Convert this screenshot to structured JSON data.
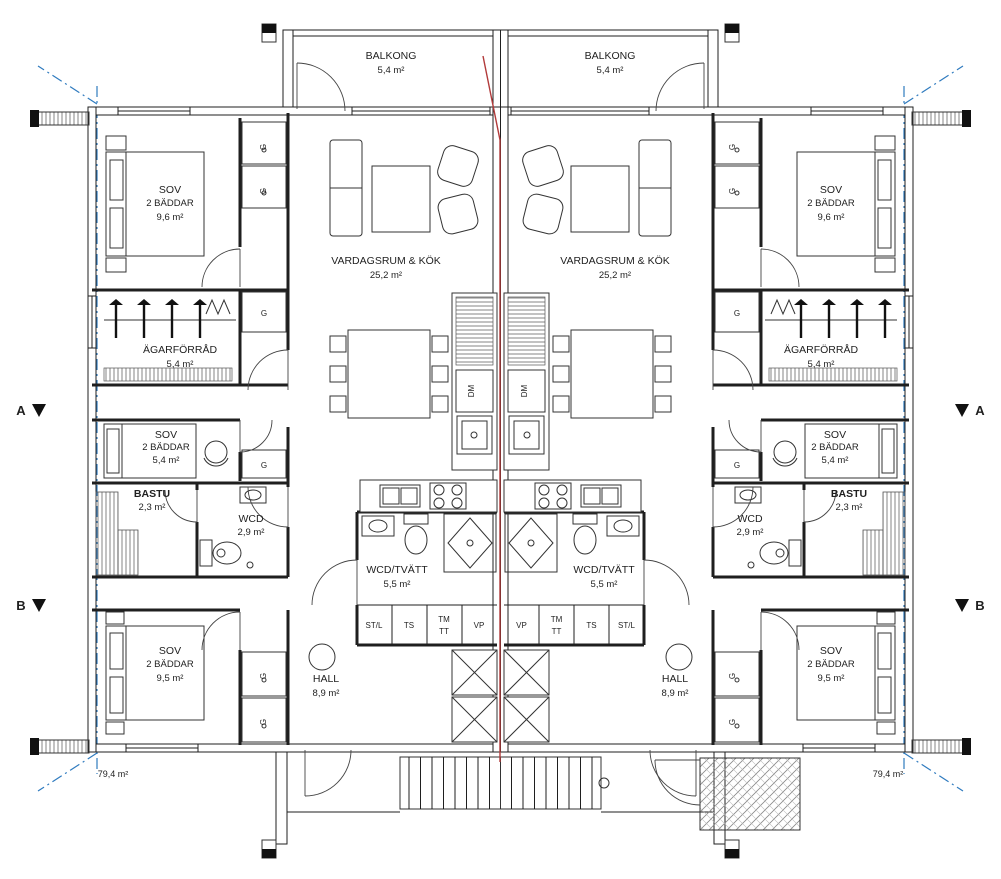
{
  "drawing": {
    "rooms": {
      "balkong": {
        "name": "BALKONG",
        "area": "5,4 m²"
      },
      "sov_top": {
        "name": "SOV",
        "line2": "2 BÄDDAR",
        "area": "9,6 m²"
      },
      "vardagsrum": {
        "name": "VARDAGSRUM & KÖK",
        "area": "25,2 m²"
      },
      "agarforrad": {
        "name": "ÄGARFÖRRÅD",
        "area": "5,4 m²"
      },
      "sov_mid": {
        "name": "SOV",
        "line2": "2 BÄDDAR",
        "area": "5,4 m²"
      },
      "bastu": {
        "name": "BASTU",
        "area": "2,3 m²"
      },
      "wcd": {
        "name": "WCD",
        "area": "2,9 m²"
      },
      "wcd_tvatt": {
        "name": "WCD/TVÄTT",
        "area": "5,5 m²"
      },
      "hall": {
        "name": "HALL",
        "area": "8,9 m²"
      },
      "sov_bottom": {
        "name": "SOV",
        "line2": "2 BÄDDAR",
        "area": "9,5 m²"
      }
    },
    "appliances": {
      "stl": "ST/L",
      "ts": "TS",
      "tm": "TM",
      "tt": "TT",
      "vp": "VP"
    },
    "labels": {
      "dm": "DM",
      "g": "G"
    },
    "sections": {
      "a": "A",
      "b": "B"
    },
    "unit_area": "79,4 m²"
  },
  "colors": {
    "ink": "#1f1f1f",
    "center_line": "#b23b3b",
    "boundary": "#2f7bbf"
  }
}
